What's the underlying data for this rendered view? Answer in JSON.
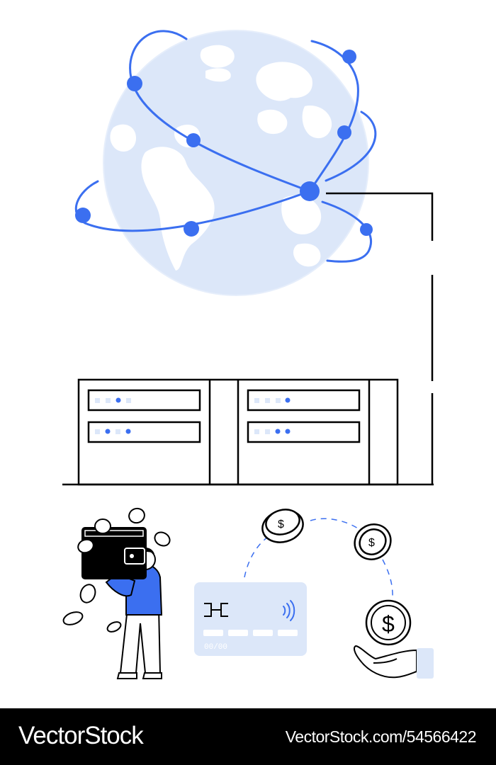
{
  "illustration": {
    "card": {
      "expiry": "00/00"
    }
  },
  "footer": {
    "brand": "VectorStock",
    "image_id": "VectorStock.com/54566422"
  },
  "colors": {
    "accent_blue": "#3b6ff0",
    "light_blue": "#dce7f9",
    "ink": "#000000",
    "footer_bg": "#000000"
  },
  "icons": [
    "globe-icon",
    "server-rack-icon",
    "wallet-icon",
    "coin-icon",
    "credit-card-icon",
    "contactless-icon",
    "dollar-coin-icon",
    "hand-icon",
    "person-icon"
  ]
}
